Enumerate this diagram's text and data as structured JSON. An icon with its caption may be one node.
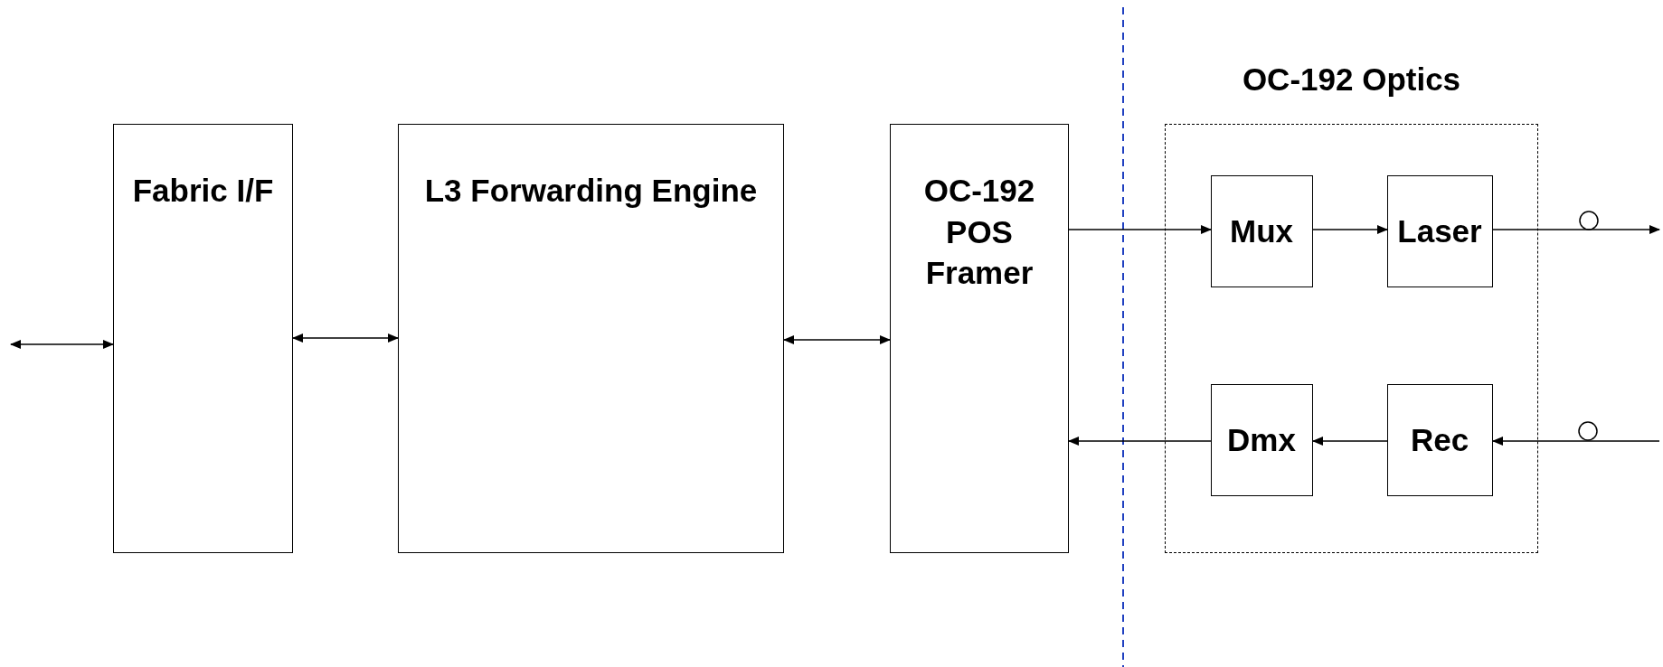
{
  "diagram": {
    "nodes": [
      {
        "text": [
          "Fabric I/F"
        ]
      },
      {
        "text": [
          "L3 Forwarding Engine"
        ]
      },
      {
        "text": [
          "OC-192 POS Framer"
        ]
      },
      {
        "text": [
          "OC-192 Optics"
        ]
      },
      {
        "text": [
          "Mux"
        ],
        "in": 3
      },
      {
        "text": [
          "Laser"
        ],
        "in": 3
      },
      {
        "text": [
          "Dmx"
        ],
        "in": 3
      },
      {
        "text": [
          "Rec"
        ],
        "in": 3
      }
    ],
    "edges": [
      {
        "from": null,
        "to": 0,
        "arrow": "both"
      },
      {
        "from": 0,
        "to": 1,
        "arrow": "both"
      },
      {
        "from": 1,
        "to": 2,
        "arrow": "both"
      },
      {
        "from": 2,
        "to": 4,
        "arrow": "to"
      },
      {
        "from": 4,
        "to": 5,
        "arrow": "to"
      },
      {
        "from": 5,
        "to": null,
        "arrow": "to"
      },
      {
        "from": null,
        "to": 7,
        "arrow": "to"
      },
      {
        "from": 7,
        "to": 6,
        "arrow": "to"
      },
      {
        "from": 6,
        "to": 2,
        "arrow": "to"
      }
    ]
  }
}
